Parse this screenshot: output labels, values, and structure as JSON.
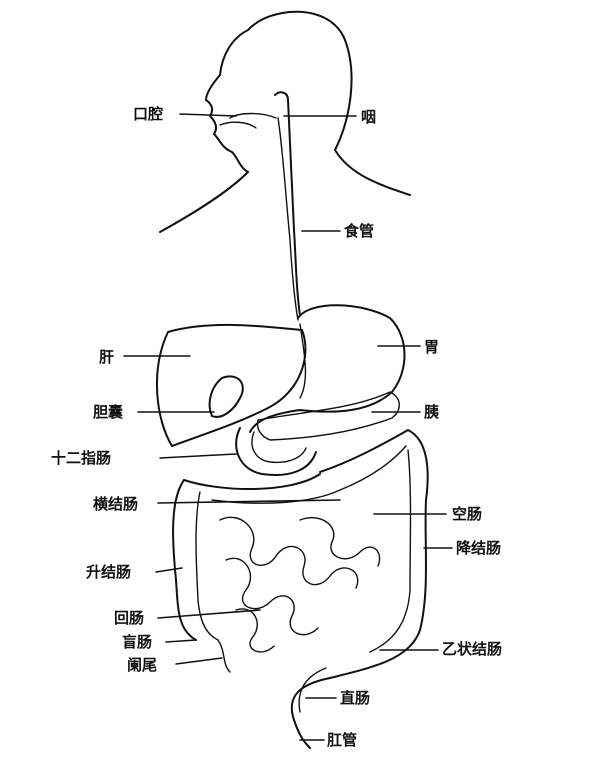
{
  "labels": {
    "oral_cavity": "口腔",
    "pharynx": "咽",
    "esophagus": "食管",
    "liver": "肝",
    "stomach": "胃",
    "gallbladder": "胆囊",
    "pancreas": "胰",
    "duodenum": "十二指肠",
    "transverse_colon": "横结肠",
    "jejunum": "空肠",
    "ascending_colon": "升结肠",
    "descending_colon": "降结肠",
    "ileum": "回肠",
    "cecum": "盲肠",
    "appendix": "阑尾",
    "sigmoid_colon": "乙状结肠",
    "rectum": "直肠",
    "anal_canal": "肛管"
  }
}
